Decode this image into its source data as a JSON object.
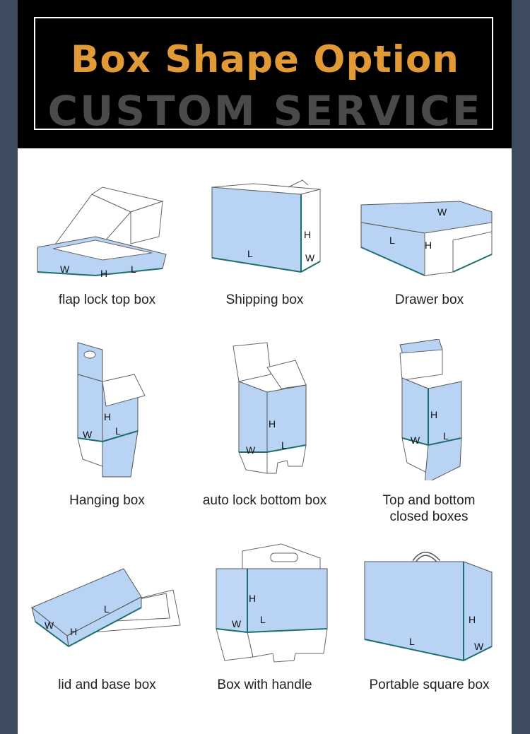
{
  "header": {
    "title": "Box Shape Option",
    "subtitle": "CUSTOM SERVICE"
  },
  "colors": {
    "title": "#e29a36",
    "subtitle": "#4a4a4a",
    "panel_blue": "#b9d3f5",
    "edge_teal": "#1d6f6f",
    "outer_background": "#3f4b5e"
  },
  "dimension_labels": {
    "length": "L",
    "width": "W",
    "height": "H"
  },
  "boxes": [
    {
      "name": "flap lock top box",
      "icon": "flap-lock-top-box-icon"
    },
    {
      "name": "Shipping box",
      "icon": "shipping-box-icon"
    },
    {
      "name": "Drawer box",
      "icon": "drawer-box-icon"
    },
    {
      "name": "Hanging box",
      "icon": "hanging-box-icon"
    },
    {
      "name": "auto lock bottom box",
      "icon": "auto-lock-bottom-box-icon"
    },
    {
      "name": "Top and bottom closed boxes",
      "icon": "top-bottom-closed-box-icon"
    },
    {
      "name": "lid and base box",
      "icon": "lid-and-base-box-icon"
    },
    {
      "name": "Box with handle",
      "icon": "handle-box-icon"
    },
    {
      "name": "Portable square box",
      "icon": "portable-square-box-icon"
    }
  ]
}
